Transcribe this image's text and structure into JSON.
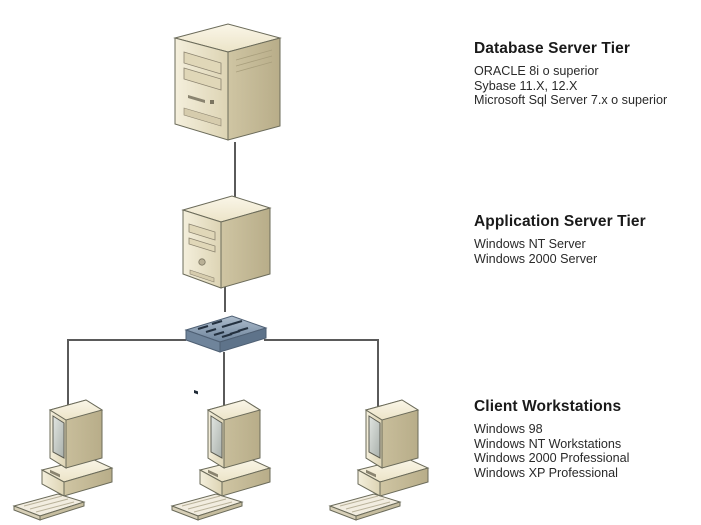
{
  "tiers": [
    {
      "title": "Database Server Tier",
      "items": [
        "ORACLE 8i o superior",
        "Sybase 11.X, 12.X",
        "Microsoft Sql Server 7.x o superior"
      ]
    },
    {
      "title": "Application Server Tier",
      "items": [
        "Windows NT Server",
        "Windows 2000 Server"
      ]
    },
    {
      "title": "Client Workstations",
      "items": [
        "Windows 98",
        "Windows NT Workstations",
        "Windows 2000 Professional",
        "Windows XP Professional"
      ]
    }
  ],
  "icons": {
    "database_server": "tower-server-icon",
    "application_server": "server-icon",
    "network_hub": "network-hub-icon",
    "workstation": "desktop-computer-icon"
  },
  "colors": {
    "case_beige": "#ece4c8",
    "screen": "#c8ccc8",
    "outline": "#6b6b5a",
    "line": "#555555",
    "hub_blue": "#7f95ad"
  }
}
